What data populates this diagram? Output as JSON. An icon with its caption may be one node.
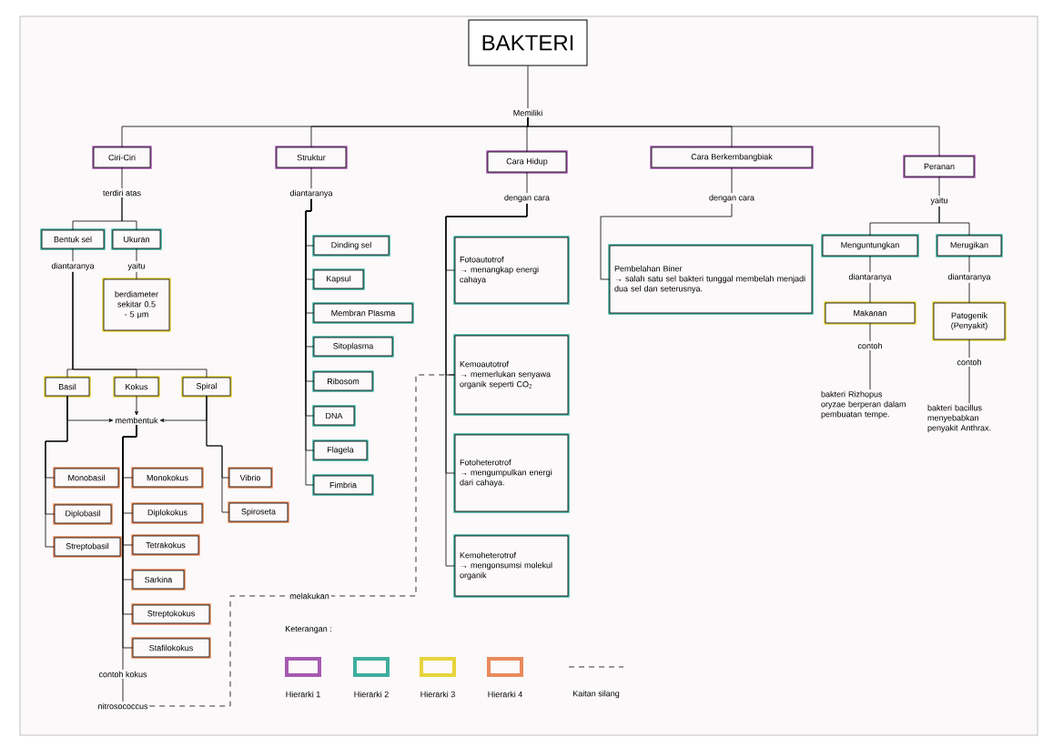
{
  "diagram": {
    "nodes": [
      {
        "text": [
          "BAKTERI"
        ]
      },
      {
        "text": [
          "Memiliki"
        ]
      },
      {
        "text": [
          "Ciri-Ciri"
        ]
      },
      {
        "text": [
          "Struktur"
        ]
      },
      {
        "text": [
          "Cara Hidup"
        ]
      },
      {
        "text": [
          "Cara Berkembangbiak"
        ]
      },
      {
        "text": [
          "Peranan"
        ]
      },
      {
        "text": [
          "terdiri atas"
        ]
      },
      {
        "text": [
          "Bentuk sel"
        ]
      },
      {
        "text": [
          "Ukuran"
        ]
      },
      {
        "text": [
          "diantaranya"
        ]
      },
      {
        "text": [
          "yaitu"
        ]
      },
      {
        "text": [
          "berdiameter sekitar 0.5 - 5 μm"
        ]
      },
      {
        "text": [
          "Basil"
        ]
      },
      {
        "text": [
          "Kokus"
        ]
      },
      {
        "text": [
          "Spiral"
        ]
      },
      {
        "text": [
          "membentuk"
        ]
      },
      {
        "text": [
          "Monobasil"
        ]
      },
      {
        "text": [
          "Diplobasil"
        ]
      },
      {
        "text": [
          "Streptobasil"
        ]
      },
      {
        "text": [
          "Monokokus"
        ]
      },
      {
        "text": [
          "Diplokokus"
        ]
      },
      {
        "text": [
          "Tetrakokus"
        ]
      },
      {
        "text": [
          "Sarkina"
        ]
      },
      {
        "text": [
          "Streptokokus"
        ]
      },
      {
        "text": [
          "Stafilokokus"
        ]
      },
      {
        "text": [
          "Vibrio"
        ]
      },
      {
        "text": [
          "Spiroseta"
        ]
      },
      {
        "text": [
          "contoh kokus"
        ]
      },
      {
        "text": [
          "nitrosococcus"
        ]
      },
      {
        "text": [
          "diantaranya"
        ]
      },
      {
        "text": [
          "Dinding sel"
        ]
      },
      {
        "text": [
          "Kapsul"
        ]
      },
      {
        "text": [
          "Membran Plasma"
        ]
      },
      {
        "text": [
          "Sitoplasma"
        ]
      },
      {
        "text": [
          "Ribosom"
        ]
      },
      {
        "text": [
          "DNA"
        ]
      },
      {
        "text": [
          "Flagela"
        ]
      },
      {
        "text": [
          "Fimbria"
        ]
      },
      {
        "text": [
          "dengan cara"
        ]
      },
      {
        "text": [
          "Fotoautotrof",
          "→ menangkap energi cahaya"
        ]
      },
      {
        "text": [
          "Kemoautotrof",
          "→ memerlukan senyawa organik seperti CO$_{2}$"
        ]
      },
      {
        "text": [
          "Fotoheterotrof",
          "→ mengumpulkan energi dari cahaya."
        ]
      },
      {
        "text": [
          "Kemoheterotrof",
          "→ mengonsumsi molekul organik"
        ]
      },
      {
        "text": [
          "dengan cara"
        ]
      },
      {
        "text": [
          "Pembelahan Biner",
          "→ salah satu sel bakteri tunggal membelah menjadi dua sel dan seterusnya."
        ]
      },
      {
        "text": [
          "yaitu"
        ]
      },
      {
        "text": [
          "Menguntungkan"
        ]
      },
      {
        "text": [
          "Merugikan"
        ]
      },
      {
        "text": [
          "diantaranya"
        ]
      },
      {
        "text": [
          "diantaranya"
        ]
      },
      {
        "text": [
          "Makanan"
        ]
      },
      {
        "text": [
          "Patogenik (Penyakit)"
        ]
      },
      {
        "text": [
          "contoh"
        ]
      },
      {
        "text": [
          "contoh"
        ]
      },
      {
        "text": [
          "bakteri Rizhopus oryzae berperan dalam pembuatan tempe."
        ]
      },
      {
        "text": [
          "bakteri bacillus menyebabkan penyakit Anthrax."
        ]
      }
    ],
    "edges": [
      {
        "from": 0,
        "to": 1,
        "arrow": "none"
      },
      {
        "from": 1,
        "to": 2,
        "arrow": "none"
      },
      {
        "from": 1,
        "to": 3,
        "arrow": "none"
      },
      {
        "from": 1,
        "to": 4,
        "arrow": "none"
      },
      {
        "from": 1,
        "to": 5,
        "arrow": "none"
      },
      {
        "from": 1,
        "to": 6,
        "arrow": "none"
      },
      {
        "from": 2,
        "to": 7,
        "arrow": "none"
      },
      {
        "from": 7,
        "to": 8,
        "arrow": "none"
      },
      {
        "from": 7,
        "to": 9,
        "arrow": "none"
      },
      {
        "from": 8,
        "to": 10,
        "arrow": "none"
      },
      {
        "from": 9,
        "to": 11,
        "arrow": "none"
      },
      {
        "from": 11,
        "to": 12,
        "arrow": "none"
      },
      {
        "from": 10,
        "to": 13,
        "arrow": "none"
      },
      {
        "from": 10,
        "to": 14,
        "arrow": "none"
      },
      {
        "from": 10,
        "to": 15,
        "arrow": "none"
      },
      {
        "from": 13,
        "to": 16,
        "arrow": "to"
      },
      {
        "from": 14,
        "to": 16,
        "arrow": "to"
      },
      {
        "from": 15,
        "to": 16,
        "arrow": "to"
      },
      {
        "from": 13,
        "to": 17,
        "arrow": "none"
      },
      {
        "from": 13,
        "to": 18,
        "arrow": "none"
      },
      {
        "from": 13,
        "to": 19,
        "arrow": "none"
      },
      {
        "from": 16,
        "to": 20,
        "arrow": "none"
      },
      {
        "from": 16,
        "to": 21,
        "arrow": "none"
      },
      {
        "from": 16,
        "to": 22,
        "arrow": "none"
      },
      {
        "from": 16,
        "to": 23,
        "arrow": "none"
      },
      {
        "from": 16,
        "to": 24,
        "arrow": "none"
      },
      {
        "from": 16,
        "to": 25,
        "arrow": "none"
      },
      {
        "from": 15,
        "to": 26,
        "arrow": "none"
      },
      {
        "from": 15,
        "to": 27,
        "arrow": "none"
      },
      {
        "from": 16,
        "to": 28,
        "arrow": "none"
      },
      {
        "from": 28,
        "to": 29,
        "arrow": "none"
      },
      {
        "from": 29,
        "to": 41,
        "arrow": "none",
        "style": "dashed",
        "label": "melakukan"
      },
      {
        "from": 3,
        "to": 30,
        "arrow": "none"
      },
      {
        "from": 30,
        "to": 31,
        "arrow": "none"
      },
      {
        "from": 30,
        "to": 32,
        "arrow": "none"
      },
      {
        "from": 30,
        "to": 33,
        "arrow": "none"
      },
      {
        "from": 30,
        "to": 34,
        "arrow": "none"
      },
      {
        "from": 30,
        "to": 35,
        "arrow": "none"
      },
      {
        "from": 30,
        "to": 36,
        "arrow": "none"
      },
      {
        "from": 30,
        "to": 37,
        "arrow": "none"
      },
      {
        "from": 30,
        "to": 38,
        "arrow": "none"
      },
      {
        "from": 4,
        "to": 39,
        "arrow": "none"
      },
      {
        "from": 39,
        "to": 40,
        "arrow": "none"
      },
      {
        "from": 39,
        "to": 41,
        "arrow": "none"
      },
      {
        "from": 39,
        "to": 42,
        "arrow": "none"
      },
      {
        "from": 39,
        "to": 43,
        "arrow": "none"
      },
      {
        "from": 5,
        "to": 44,
        "arrow": "none"
      },
      {
        "from": 44,
        "to": 45,
        "arrow": "none"
      },
      {
        "from": 6,
        "to": 46,
        "arrow": "none"
      },
      {
        "from": 46,
        "to": 47,
        "arrow": "none"
      },
      {
        "from": 46,
        "to": 48,
        "arrow": "none"
      },
      {
        "from": 47,
        "to": 49,
        "arrow": "none"
      },
      {
        "from": 49,
        "to": 51,
        "arrow": "none"
      },
      {
        "from": 51,
        "to": 53,
        "arrow": "none"
      },
      {
        "from": 53,
        "to": 55,
        "arrow": "none"
      },
      {
        "from": 48,
        "to": 50,
        "arrow": "none"
      },
      {
        "from": 50,
        "to": 52,
        "arrow": "none"
      },
      {
        "from": 52,
        "to": 54,
        "arrow": "none"
      },
      {
        "from": 54,
        "to": 56,
        "arrow": "none"
      }
    ],
    "labels": [
      "Keterangan :"
    ],
    "legend": [
      {
        "text": "Hierarki 1",
        "color": "#a65bb0"
      },
      {
        "text": "Hierarki 2",
        "color": "#3fae9e"
      },
      {
        "text": "Hierarki 3",
        "color": "#e6d43c"
      },
      {
        "text": "Hierarki 4",
        "color": "#e88a5c"
      },
      {
        "text": "Kaitan silang"
      }
    ]
  }
}
